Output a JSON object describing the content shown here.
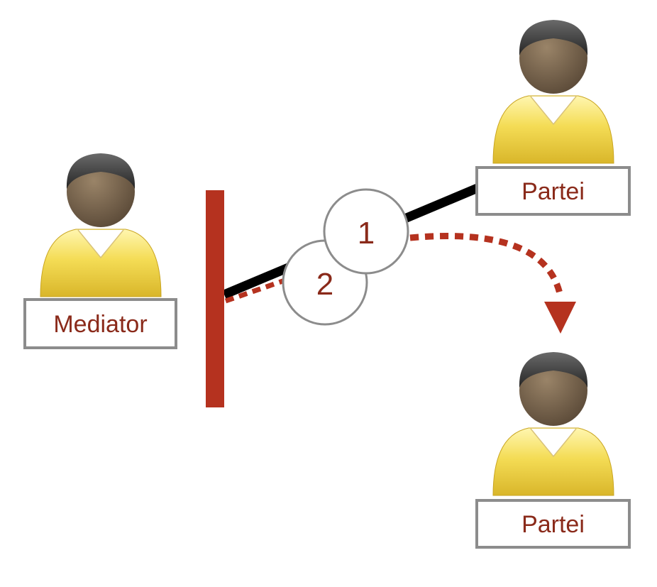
{
  "labels": {
    "mediator": "Mediator",
    "party_top": "Partei",
    "party_bottom": "Partei"
  },
  "markers": {
    "first": "1",
    "second": "2"
  },
  "icons": {
    "person": "user-icon",
    "barrier": "barrier-bar",
    "arrow": "dotted-arrow"
  },
  "colors": {
    "accent": "#b5321f",
    "label_text": "#8a2a1a",
    "line": "#000000",
    "box_border": "#8c8c8c",
    "circle_border": "#8c8c8c",
    "shirt": "#f2d64b",
    "skin": "#6e5b45",
    "hair": "#3a3a3a"
  }
}
